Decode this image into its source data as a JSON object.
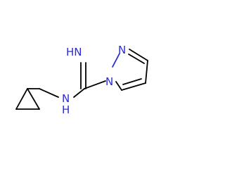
{
  "molecule": {
    "atom_labels": {
      "imine_nh": "HN",
      "amine_n": "N",
      "amine_h": "H",
      "pyrazole_n1": "N",
      "pyrazole_n2": "N"
    },
    "colors": {
      "carbon_bond": "#000000",
      "heteroatom": "#2b2bd6",
      "background": "#ffffff"
    }
  }
}
